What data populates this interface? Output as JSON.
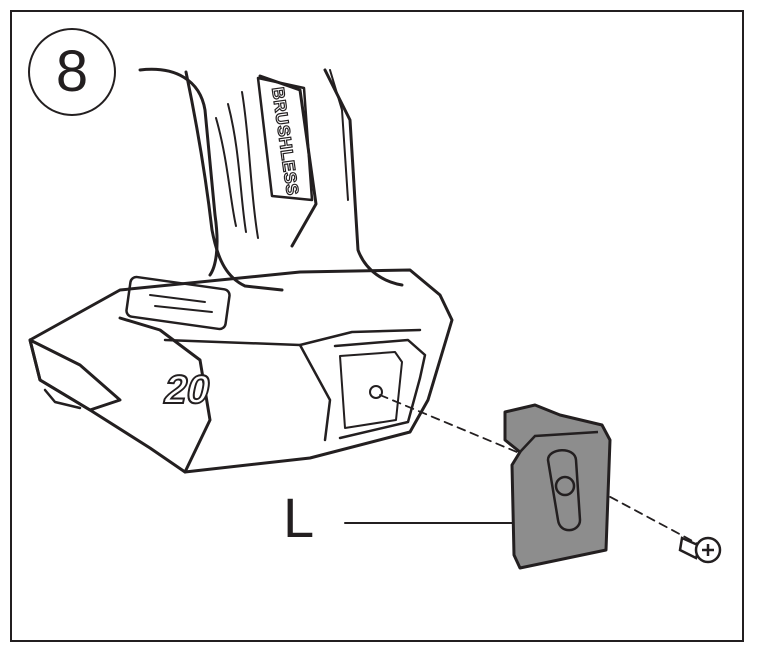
{
  "step": {
    "number": "8"
  },
  "callout": {
    "label": "L"
  },
  "tool": {
    "badge_text": "BRUSHLESS",
    "voltage_text": "20"
  },
  "colors": {
    "line": "#231f20",
    "clip_fill": "#8d8d8d",
    "background": "#ffffff"
  },
  "icons": {
    "screw": "screw-icon",
    "clip": "belt-clip",
    "tool": "impact-driver"
  }
}
